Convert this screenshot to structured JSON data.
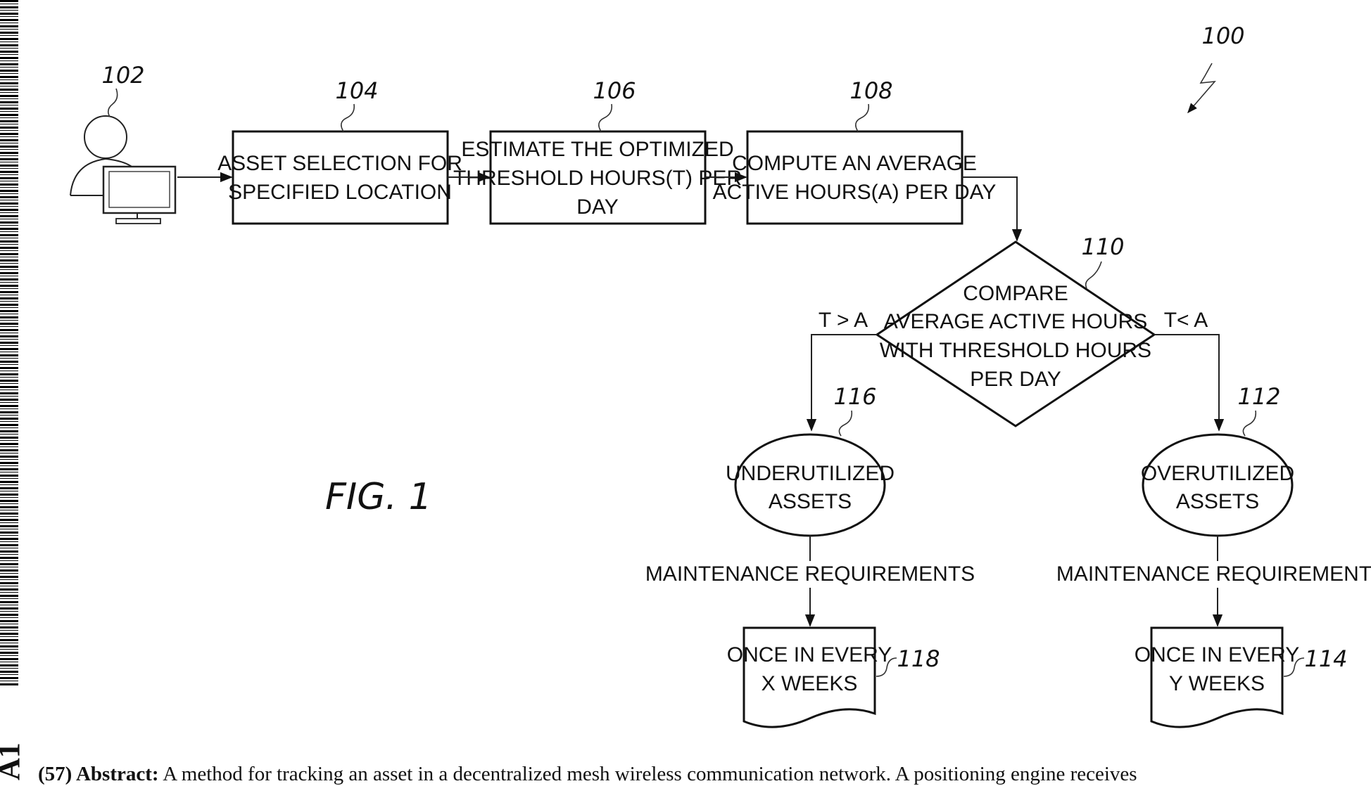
{
  "refs": {
    "overall": "100",
    "user": "102",
    "asset_selection": "104",
    "estimate": "106",
    "compute": "108",
    "compare": "110",
    "overutilized": "112",
    "once_y": "114",
    "underutilized": "116",
    "once_x": "118"
  },
  "boxes": {
    "asset_selection": [
      "ASSET SELECTION FOR",
      "SPECIFIED LOCATION"
    ],
    "estimate": [
      "ESTIMATE THE OPTIMIZED",
      "THRESHOLD HOURS(T) PER",
      "DAY"
    ],
    "compute": [
      "COMPUTE AN AVERAGE",
      "ACTIVE HOURS(A) PER DAY"
    ],
    "compare": [
      "COMPARE",
      "AVERAGE ACTIVE HOURS",
      "WITH THRESHOLD HOURS",
      "PER DAY"
    ],
    "underutilized": [
      "UNDERUTILIZED",
      "ASSETS"
    ],
    "overutilized": [
      "OVERUTILIZED",
      "ASSETS"
    ],
    "once_x": [
      "ONCE IN EVERY",
      "X WEEKS"
    ],
    "once_y": [
      "ONCE IN EVERY",
      "Y WEEKS"
    ]
  },
  "edges": {
    "left_condition": "T > A",
    "right_condition": "T< A",
    "left_maintenance": "MAINTENANCE REQUIREMENTS",
    "right_maintenance": "MAINTENANCE REQUIREMENTS"
  },
  "figure_label": "FIG. 1",
  "margin": {
    "kind_code": "A1"
  },
  "abstract": {
    "label": "(57) Abstract:",
    "text": "A method for tracking an asset in a decentralized mesh wireless communication network. A positioning engine receives"
  }
}
